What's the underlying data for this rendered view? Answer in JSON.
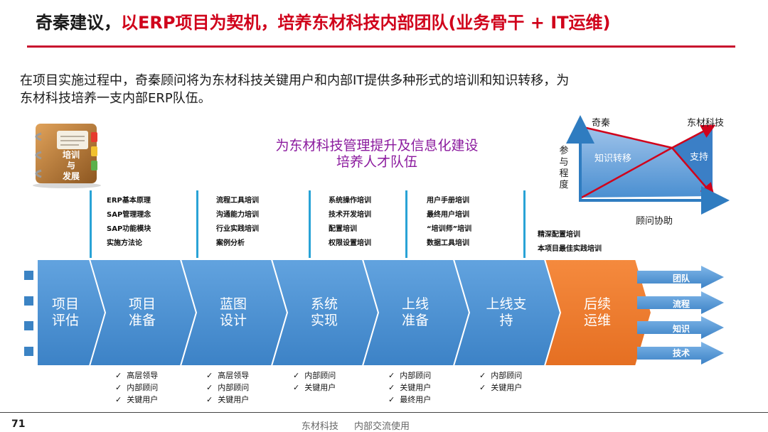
{
  "title": {
    "prefix": "奇秦建议，",
    "highlight": "以ERP项目为契机，培养东材科技内部团队(业务骨干 + IT运维)"
  },
  "intro": "在项目实施过程中，奇秦顾问将为东材科技关键用户和内部IT提供多种形式的培训和知识转移，为东材科技培养一支内部ERP队伍。",
  "book_label": [
    "培训",
    "与",
    "发展"
  ],
  "center_title": [
    "为东材科技管理提升及信息化建设",
    "培养人才队伍"
  ],
  "participation_chart": {
    "left_top": "奇秦",
    "right_top": "东材科技",
    "y_axis": [
      "参",
      "与",
      "程",
      "度"
    ],
    "region_left": "知识转移",
    "region_right": "支持",
    "x_axis": "顾问协助"
  },
  "trainings": [
    [
      "ERP基本原理",
      "SAP管理理念",
      "SAP功能模块",
      "实施方法论"
    ],
    [
      "流程工具培训",
      "沟通能力培训",
      "行业实践培训",
      "案例分析"
    ],
    [
      "系统操作培训",
      "技术开发培训",
      "配置培训",
      "权限设置培训"
    ],
    [
      "用户手册培训",
      "最终用户培训",
      "“培训师”培训",
      "数据工具培训"
    ],
    [
      "精深配置培训",
      "本项目最佳实践培训"
    ]
  ],
  "steps": [
    [
      "项目",
      "评估"
    ],
    [
      "项目",
      "准备"
    ],
    [
      "蓝图",
      "设计"
    ],
    [
      "系统",
      "实现"
    ],
    [
      "上线",
      "准备"
    ],
    [
      "上线支",
      "持"
    ],
    [
      "后续",
      "运维"
    ]
  ],
  "outcomes": [
    "团队",
    "流程",
    "知识",
    "技术"
  ],
  "participants": [
    [
      "高层领导",
      "内部顾问",
      "关键用户"
    ],
    [
      "高层领导",
      "内部顾问",
      "关键用户"
    ],
    [
      "内部顾问",
      "关键用户"
    ],
    [
      "内部顾问",
      "关键用户",
      "最终用户"
    ],
    [
      "内部顾问",
      "关键用户"
    ]
  ],
  "footer": {
    "page": "71",
    "text": "东材科技 内部交流使用"
  },
  "colors": {
    "accent_red": "#c8102e",
    "step_blue": "#4a8fd1",
    "step_orange": "#ee7b30",
    "purple": "#8b1a9e",
    "line_blue": "#29a3d6"
  }
}
